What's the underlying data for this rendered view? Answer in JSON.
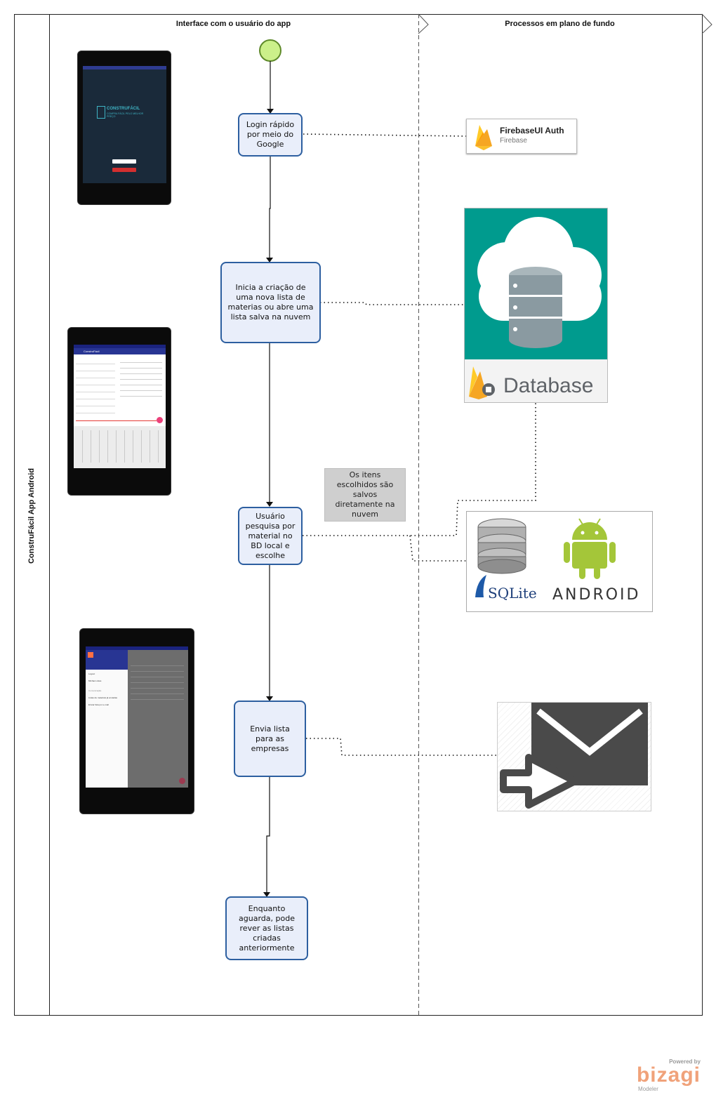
{
  "pool": {
    "title": "ConstruFácil App Android"
  },
  "lanes": [
    {
      "title": "Interface com o usuário do app"
    },
    {
      "title": "Processos em plano de fundo"
    }
  ],
  "tasks": [
    {
      "label": "Login rápido por meio do Google"
    },
    {
      "label": "Inicia a criação de uma nova lista de materias ou abre uma lista salva na nuvem"
    },
    {
      "label": "Usuário pesquisa por material no BD local e escolhe"
    },
    {
      "label": "Envia lista para as empresas"
    },
    {
      "label": "Enquanto aguarda, pode rever as listas criadas anteriormente"
    }
  ],
  "note": {
    "text": "Os itens escolhidos são salvos diretamente na nuvem"
  },
  "services": {
    "firebase_auth": {
      "title": "FirebaseUI Auth",
      "subtitle": "Firebase"
    },
    "database": {
      "label": "Database",
      "bg": "#009b8e"
    },
    "sqlite": {
      "label": "SQLite"
    },
    "android": {
      "label": "ANDROID",
      "color": "#a4c639"
    },
    "mail": {
      "icon": "send-mail-icon"
    }
  },
  "phones": [
    {
      "brand_title": "CONSTRUFÁCIL",
      "brand_sub": "COMPRA FÁCIL PELO MELHOR PREÇO"
    },
    {
      "toolbar_title": "ConstruFácil"
    },
    {
      "menu_items": [
        "Logout",
        "Minhas Listas",
        "Comunicação",
        "Listas de materiais já enviadas",
        "Enviar lista por e-mail"
      ]
    }
  ],
  "watermark": {
    "powered": "Powered by",
    "brand": "bizagi",
    "product": "Modeler"
  },
  "colors": {
    "task_fill": "#e9eefa",
    "task_border": "#2d5fa0",
    "start_event": "#ccf08a",
    "firebase": "#f6a623"
  }
}
